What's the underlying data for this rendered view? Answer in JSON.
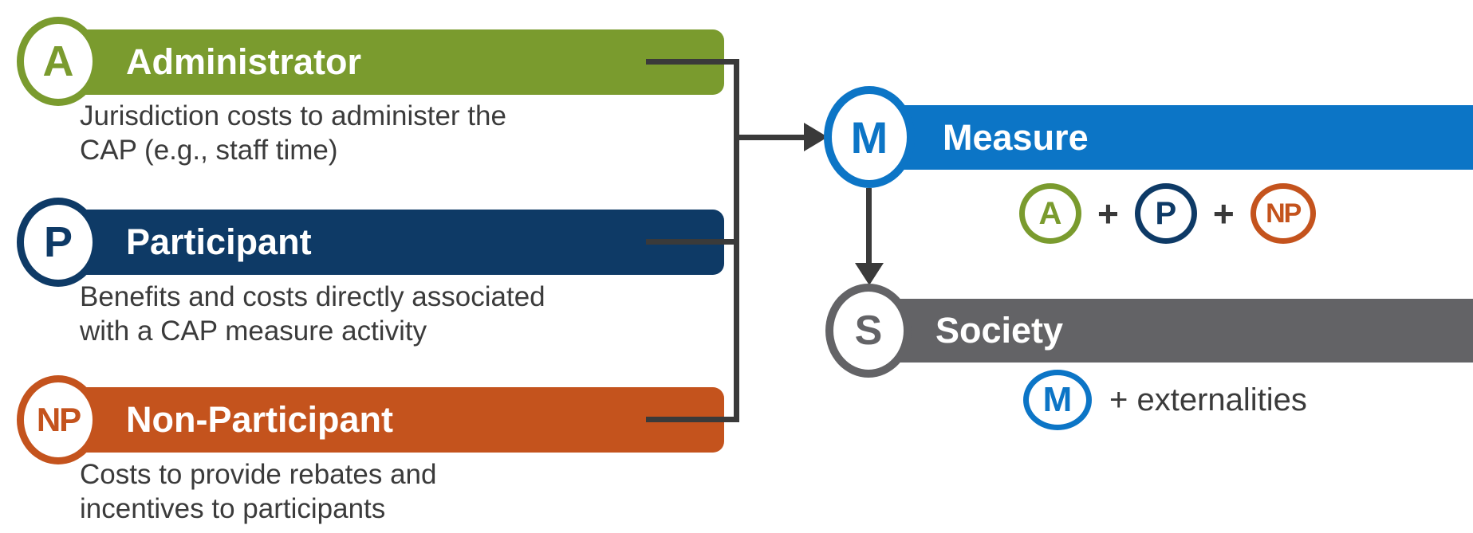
{
  "diagram": {
    "perspectives": [
      {
        "abbr": "A",
        "label": "Administrator",
        "desc_line1": "Jurisdiction costs to administer the",
        "desc_line2": "CAP (e.g., staff time)",
        "color": "#7a9b2e"
      },
      {
        "abbr": "P",
        "label": "Participant",
        "desc_line1": "Benefits and costs directly associated",
        "desc_line2": "with a CAP measure activity",
        "color": "#0e3a66"
      },
      {
        "abbr": "NP",
        "label": "Non-Participant",
        "desc_line1": "Costs to provide rebates and",
        "desc_line2": "incentives to participants",
        "color": "#c4531d"
      }
    ],
    "measure": {
      "abbr": "M",
      "label": "Measure",
      "color": "#0c75c6",
      "formula": {
        "term1": "A",
        "plus1": "+",
        "term2": "P",
        "plus2": "+",
        "term3": "NP"
      }
    },
    "society": {
      "abbr": "S",
      "label": "Society",
      "color": "#636366",
      "formula": {
        "term": "M",
        "text": "+ externalities"
      }
    },
    "connector_color": "#3a3a3a",
    "text_color": "#3b3b3b"
  }
}
